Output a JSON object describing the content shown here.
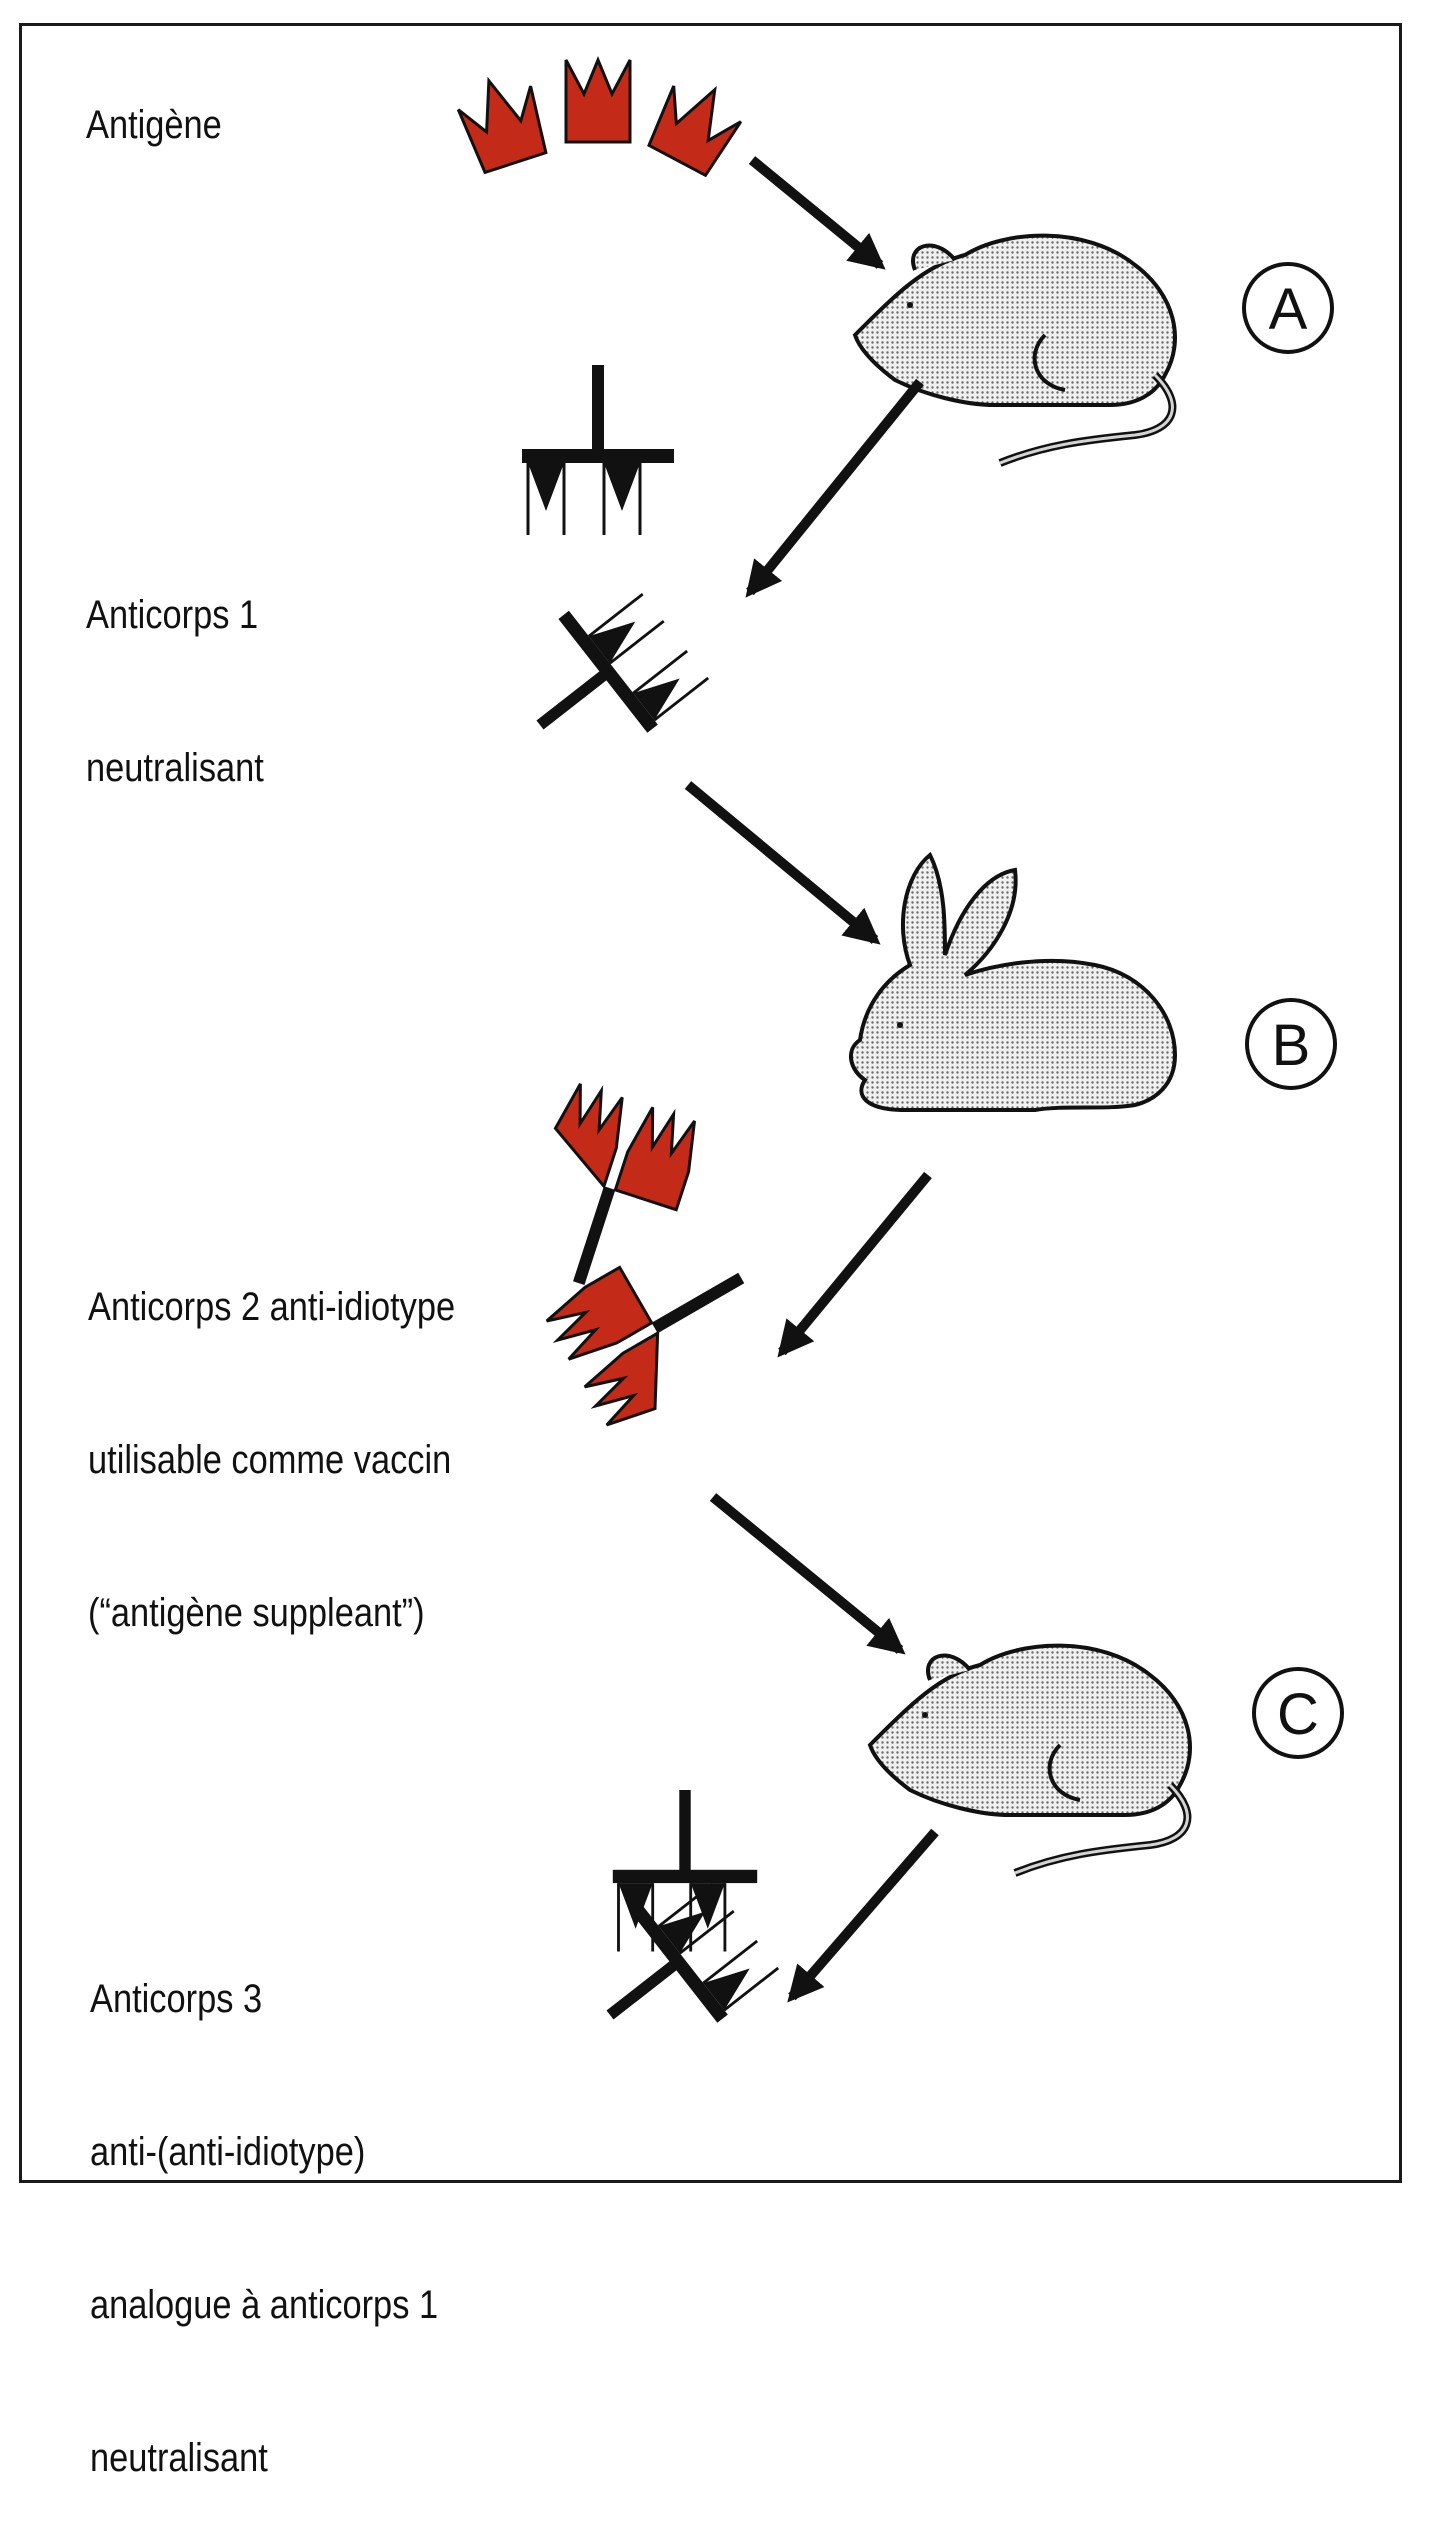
{
  "labels": {
    "antigen": "Antigène",
    "ab1": [
      "Anticorps 1",
      "neutralisant"
    ],
    "ab2": [
      "Anticorps 2 anti-idiotype",
      "utilisable comme vaccin",
      "(“antigène suppleant”)"
    ],
    "ab3": [
      "Anticorps 3",
      "anti-(anti-idiotype)",
      "analogue à anticorps 1",
      "neutralisant"
    ]
  },
  "steps": [
    {
      "letter": "A",
      "animal": "mouse-icon"
    },
    {
      "letter": "B",
      "animal": "rabbit-icon"
    },
    {
      "letter": "C",
      "animal": "mouse-icon"
    }
  ],
  "colors": {
    "antigen_red": "#c42a18",
    "ink": "#111111",
    "animal_fill": "#d4d4d4"
  }
}
